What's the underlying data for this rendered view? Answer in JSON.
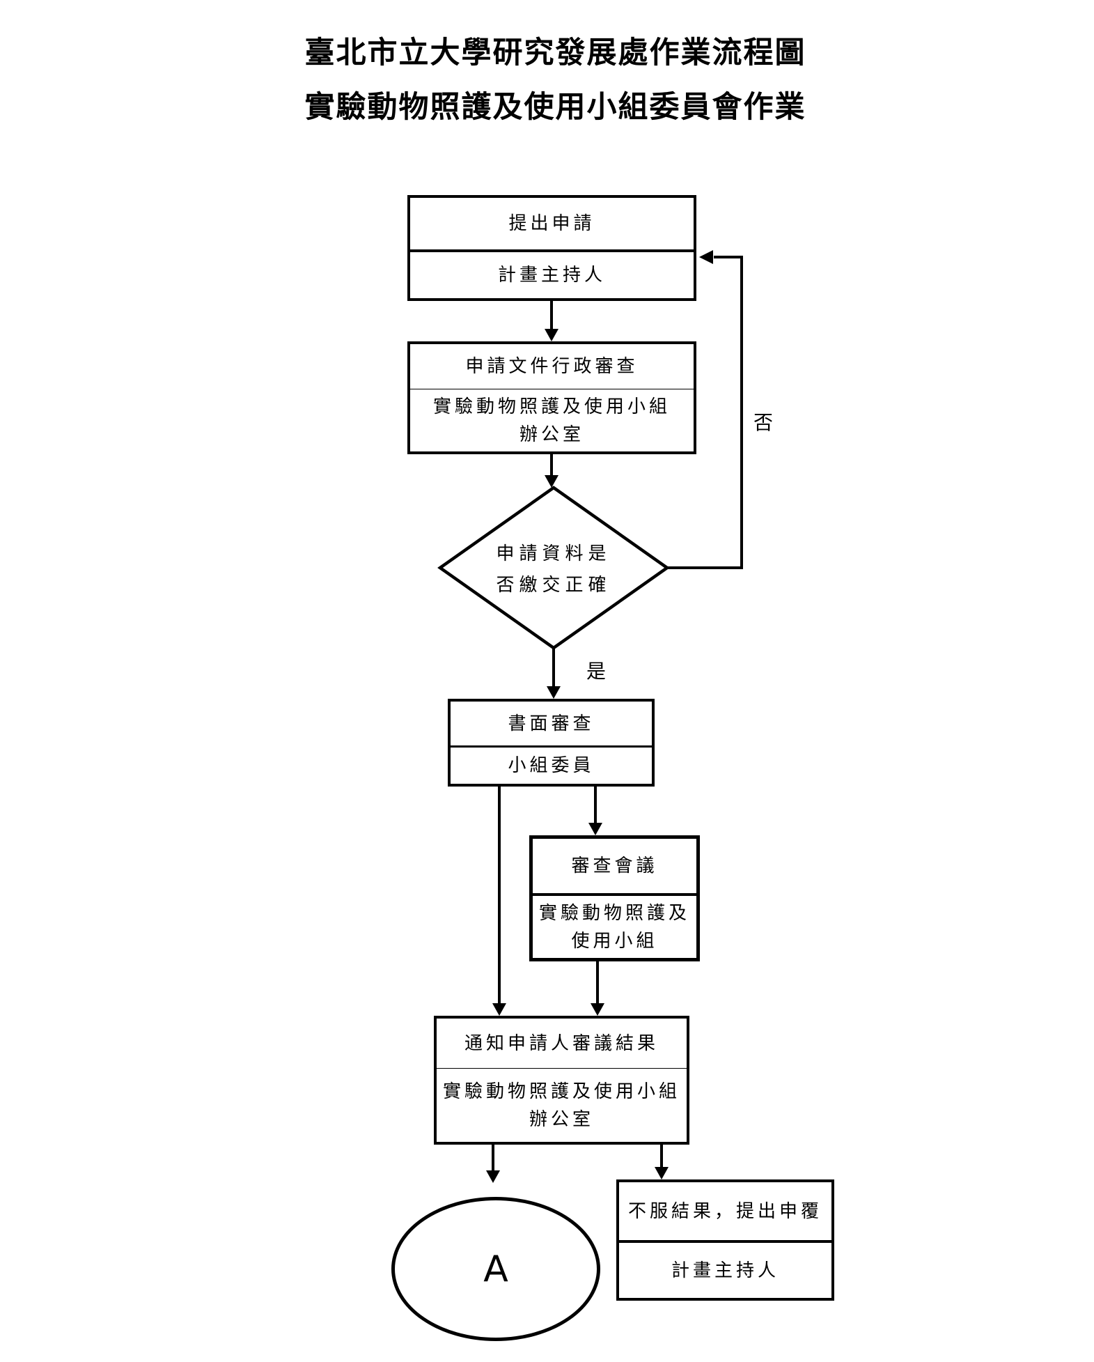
{
  "colors": {
    "ink": "#000000",
    "background": "#ffffff"
  },
  "title": {
    "line1": "臺北市立大學研究發展處作業流程圖",
    "line2": "實驗動物照護及使用小組委員會作業"
  },
  "nodes": {
    "apply": {
      "step": "提出申請",
      "actor": "計畫主持人"
    },
    "admin_review": {
      "step": "申請文件行政審查",
      "actor": "實驗動物照護及使用小組\n辦公室"
    },
    "decision": {
      "question": "申請資料是\n否繳交正確"
    },
    "paper_review": {
      "step": "書面審查",
      "actor": "小組委員"
    },
    "review_meeting": {
      "step": "審查會議",
      "actor": "實驗動物照護及\n使用小組"
    },
    "notify_result": {
      "step": "通知申請人審議結果",
      "actor": "實驗動物照護及使用小組\n辦公室"
    },
    "appeal": {
      "step": "不服結果，提出申覆",
      "actor": "計畫主持人"
    },
    "connector": {
      "label": "A"
    }
  },
  "branch_labels": {
    "yes": "是",
    "no": "否"
  },
  "edges": [
    {
      "from": "apply",
      "to": "admin_review"
    },
    {
      "from": "admin_review",
      "to": "decision"
    },
    {
      "from": "decision",
      "to": "paper_review",
      "label": "是"
    },
    {
      "from": "decision",
      "to": "apply",
      "label": "否"
    },
    {
      "from": "paper_review",
      "to": "review_meeting"
    },
    {
      "from": "paper_review",
      "to": "notify_result"
    },
    {
      "from": "review_meeting",
      "to": "notify_result"
    },
    {
      "from": "notify_result",
      "to": "connector"
    },
    {
      "from": "notify_result",
      "to": "appeal"
    }
  ]
}
